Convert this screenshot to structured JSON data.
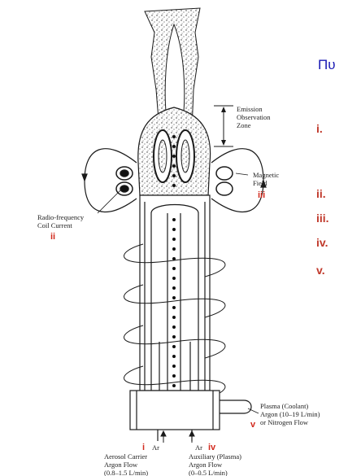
{
  "labels": {
    "zone": [
      "Emission",
      "Observation",
      "Zone"
    ],
    "magnetic_field": [
      "Magnetic",
      "Field"
    ],
    "rf_coil": [
      "Radio-frequency",
      "Coil Current"
    ],
    "plasma_gas": [
      "Plasma (Coolant)",
      "Argon (10–19 L/min)",
      "or Nitrogen Flow"
    ],
    "aerosol": [
      "Aerosol Carrier",
      "Argon Flow",
      "(0.8–1.5 L/min)"
    ],
    "auxiliary": [
      "Auxiliary (Plasma)",
      "Argon Flow",
      "(0–0.5 L/min)"
    ],
    "ar_left": "Ar",
    "ar_right": "Ar"
  },
  "markers": {
    "i": "i",
    "ii": "ii",
    "iii": "iii",
    "iv": "iv",
    "v": "v"
  },
  "side_panel": {
    "title": "Πυ",
    "items": [
      "i.",
      "ii.",
      "iii.",
      "iv.",
      "v."
    ]
  },
  "colors": {
    "marker_red": "#d22a1e",
    "title_blue": "#1a1ab4",
    "line": "#1a1a1a"
  }
}
